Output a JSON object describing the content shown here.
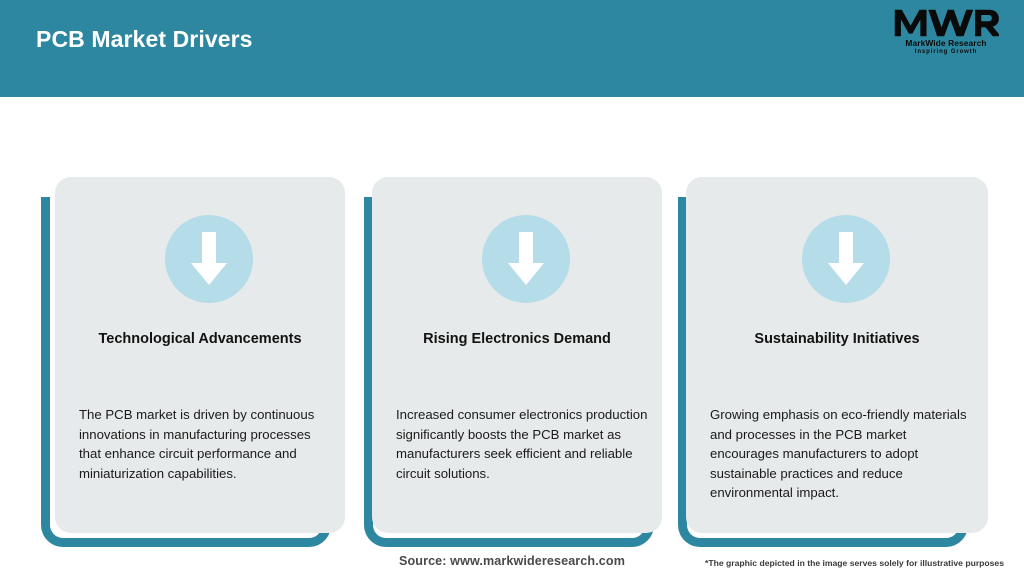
{
  "header": {
    "title": "PCB Market Drivers",
    "background_color": "#2e87a0",
    "title_color": "#ffffff",
    "logo": {
      "mark": "MWR",
      "name": "MarkWide Research",
      "tagline": "Inspiring Growth"
    }
  },
  "theme": {
    "accent_teal": "#2e87a0",
    "card_background": "#e6eaea",
    "circle_blue": "#b5dce9",
    "arrow_color": "#ffffff",
    "page_background": "#ffffff"
  },
  "cards": [
    {
      "icon": "down-arrow-icon",
      "title": "Technological Advancements",
      "body": "The PCB market is driven by continuous innovations in manufacturing processes that enhance circuit performance and miniaturization capabilities."
    },
    {
      "icon": "down-arrow-icon",
      "title": "Rising Electronics Demand",
      "body": "Increased consumer electronics production significantly boosts the PCB market as manufacturers seek efficient and reliable circuit solutions."
    },
    {
      "icon": "down-arrow-icon",
      "title": "Sustainability Initiatives",
      "body": "Growing emphasis on eco-friendly materials and processes in the PCB market encourages manufacturers to adopt sustainable practices and reduce environmental impact."
    }
  ],
  "footer": {
    "source": "Source: www.markwideresearch.com",
    "disclaimer": "*The graphic depicted in the image serves solely for illustrative purposes"
  }
}
